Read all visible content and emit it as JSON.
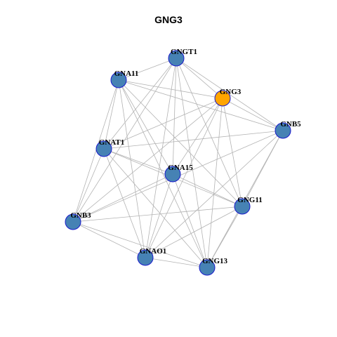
{
  "title": "GNG3",
  "colors": {
    "node_default": "#4682b4",
    "node_focus": "#ffa500",
    "node_border": "#1a1acc",
    "edge": "#b3b3b3"
  },
  "nodes": [
    {
      "id": "GNGT1",
      "label": "GNGT1",
      "focus": false
    },
    {
      "id": "GNA11",
      "label": "GNA11",
      "focus": false
    },
    {
      "id": "GNG3",
      "label": "GNG3",
      "focus": true
    },
    {
      "id": "GNB5",
      "label": "GNB5",
      "focus": false
    },
    {
      "id": "GNAT1",
      "label": "GNAT1",
      "focus": false
    },
    {
      "id": "GNA15",
      "label": "GNA15",
      "focus": false
    },
    {
      "id": "GNG11",
      "label": "GNG11",
      "focus": false
    },
    {
      "id": "GNB3",
      "label": "GNB3",
      "focus": false
    },
    {
      "id": "GNAO1",
      "label": "GNAO1",
      "focus": false
    },
    {
      "id": "GNG13",
      "label": "GNG13",
      "focus": false
    }
  ],
  "edges": [
    [
      "GNGT1",
      "GNA11"
    ],
    [
      "GNGT1",
      "GNG3"
    ],
    [
      "GNGT1",
      "GNB5"
    ],
    [
      "GNGT1",
      "GNAT1"
    ],
    [
      "GNGT1",
      "GNA15"
    ],
    [
      "GNGT1",
      "GNG11"
    ],
    [
      "GNGT1",
      "GNB3"
    ],
    [
      "GNGT1",
      "GNAO1"
    ],
    [
      "GNGT1",
      "GNG13"
    ],
    [
      "GNA11",
      "GNG3"
    ],
    [
      "GNA11",
      "GNB5"
    ],
    [
      "GNA11",
      "GNAT1"
    ],
    [
      "GNA11",
      "GNA15"
    ],
    [
      "GNA11",
      "GNG11"
    ],
    [
      "GNA11",
      "GNB3"
    ],
    [
      "GNA11",
      "GNAO1"
    ],
    [
      "GNA11",
      "GNG13"
    ],
    [
      "GNG3",
      "GNB5"
    ],
    [
      "GNG3",
      "GNAT1"
    ],
    [
      "GNG3",
      "GNA15"
    ],
    [
      "GNG3",
      "GNG11"
    ],
    [
      "GNG3",
      "GNB3"
    ],
    [
      "GNG3",
      "GNAO1"
    ],
    [
      "GNG3",
      "GNG13"
    ],
    [
      "GNB5",
      "GNAT1"
    ],
    [
      "GNB5",
      "GNG11"
    ],
    [
      "GNB5",
      "GNB3"
    ],
    [
      "GNB5",
      "GNAO1"
    ],
    [
      "GNB5",
      "GNG13"
    ],
    [
      "GNAT1",
      "GNA15"
    ],
    [
      "GNAT1",
      "GNG11"
    ],
    [
      "GNAT1",
      "GNB3"
    ],
    [
      "GNAT1",
      "GNAO1"
    ],
    [
      "GNAT1",
      "GNG13"
    ],
    [
      "GNA15",
      "GNG11"
    ],
    [
      "GNA15",
      "GNB3"
    ],
    [
      "GNA15",
      "GNAO1"
    ],
    [
      "GNA15",
      "GNG13"
    ],
    [
      "GNG11",
      "GNB3"
    ],
    [
      "GNG11",
      "GNAO1"
    ],
    [
      "GNG11",
      "GNG13"
    ],
    [
      "GNB3",
      "GNAO1"
    ],
    [
      "GNB3",
      "GNG13"
    ],
    [
      "GNAO1",
      "GNG13"
    ]
  ]
}
